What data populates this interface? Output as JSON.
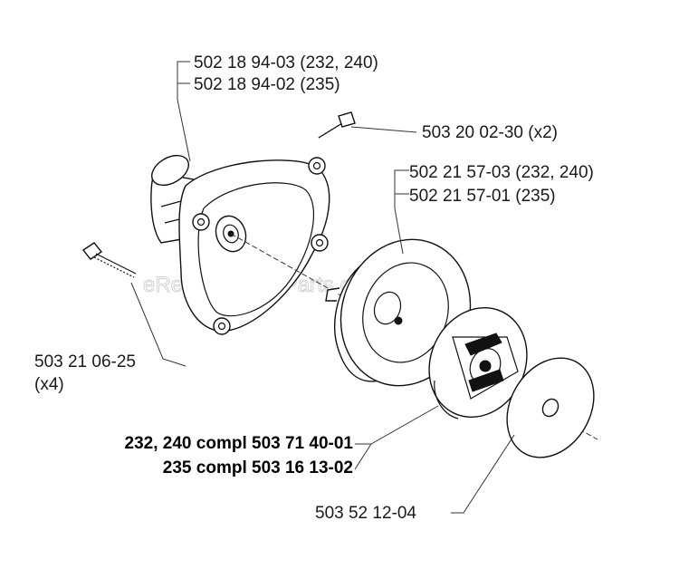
{
  "watermark": "eReplacementParts.com",
  "labels": {
    "housing_a": "502 18 94-03 (232, 240)",
    "housing_b": "502 18 94-02 (235)",
    "screw_top": "503 20 02-30 (x2)",
    "drum_a": "502 21 57-03 (232, 240)",
    "drum_b": "502 21 57-01 (235)",
    "screw_left_a": "503 21 06-25",
    "screw_left_b": "(x4)",
    "clutch_a": "232, 240 compl 503 71 40-01",
    "clutch_b": "235 compl 503 16 13-02",
    "washer": "503 52 12-04"
  }
}
